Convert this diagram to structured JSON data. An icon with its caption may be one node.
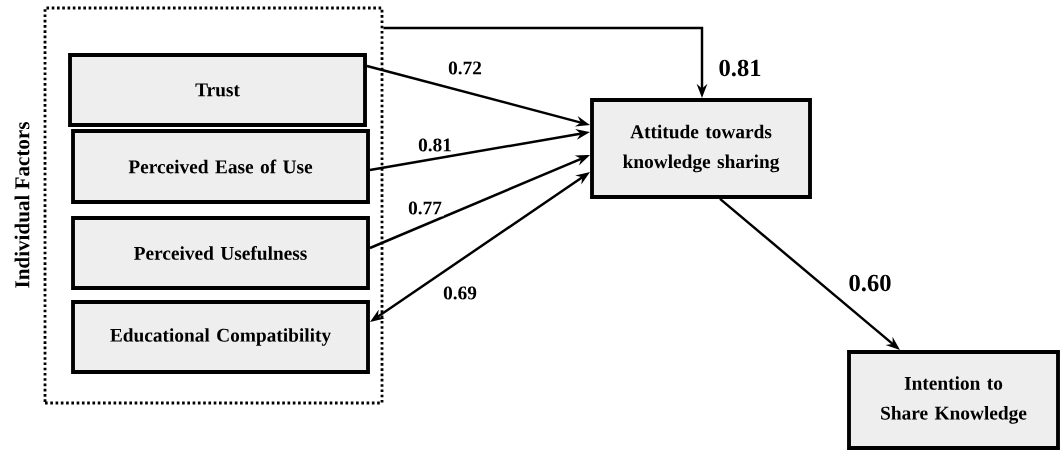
{
  "diagram": {
    "nodes": [
      {
        "text": [
          "Individual Factors"
        ]
      },
      {
        "text": [
          "Trust"
        ],
        "in": 0
      },
      {
        "text": [
          "Perceived Ease of Use"
        ],
        "in": 0
      },
      {
        "text": [
          "Perceived Usefulness"
        ],
        "in": 0
      },
      {
        "text": [
          "Educational Compatibility"
        ],
        "in": 0
      },
      {
        "text": [
          "Attitude towards knowledge sharing"
        ]
      },
      {
        "text": [
          "Intention to Share Knowledge"
        ]
      }
    ],
    "edges": [
      {
        "from": 0,
        "to": 5,
        "arrow": "to",
        "label": "0.81"
      },
      {
        "from": 1,
        "to": 5,
        "arrow": "to",
        "label": "0.72"
      },
      {
        "from": 2,
        "to": 5,
        "arrow": "to",
        "label": "0.81"
      },
      {
        "from": 3,
        "to": 5,
        "arrow": "to",
        "label": "0.77"
      },
      {
        "from": 4,
        "to": 5,
        "arrow": "both",
        "label": "0.69"
      },
      {
        "from": 5,
        "to": 6,
        "arrow": "to",
        "label": "0.60"
      }
    ]
  }
}
